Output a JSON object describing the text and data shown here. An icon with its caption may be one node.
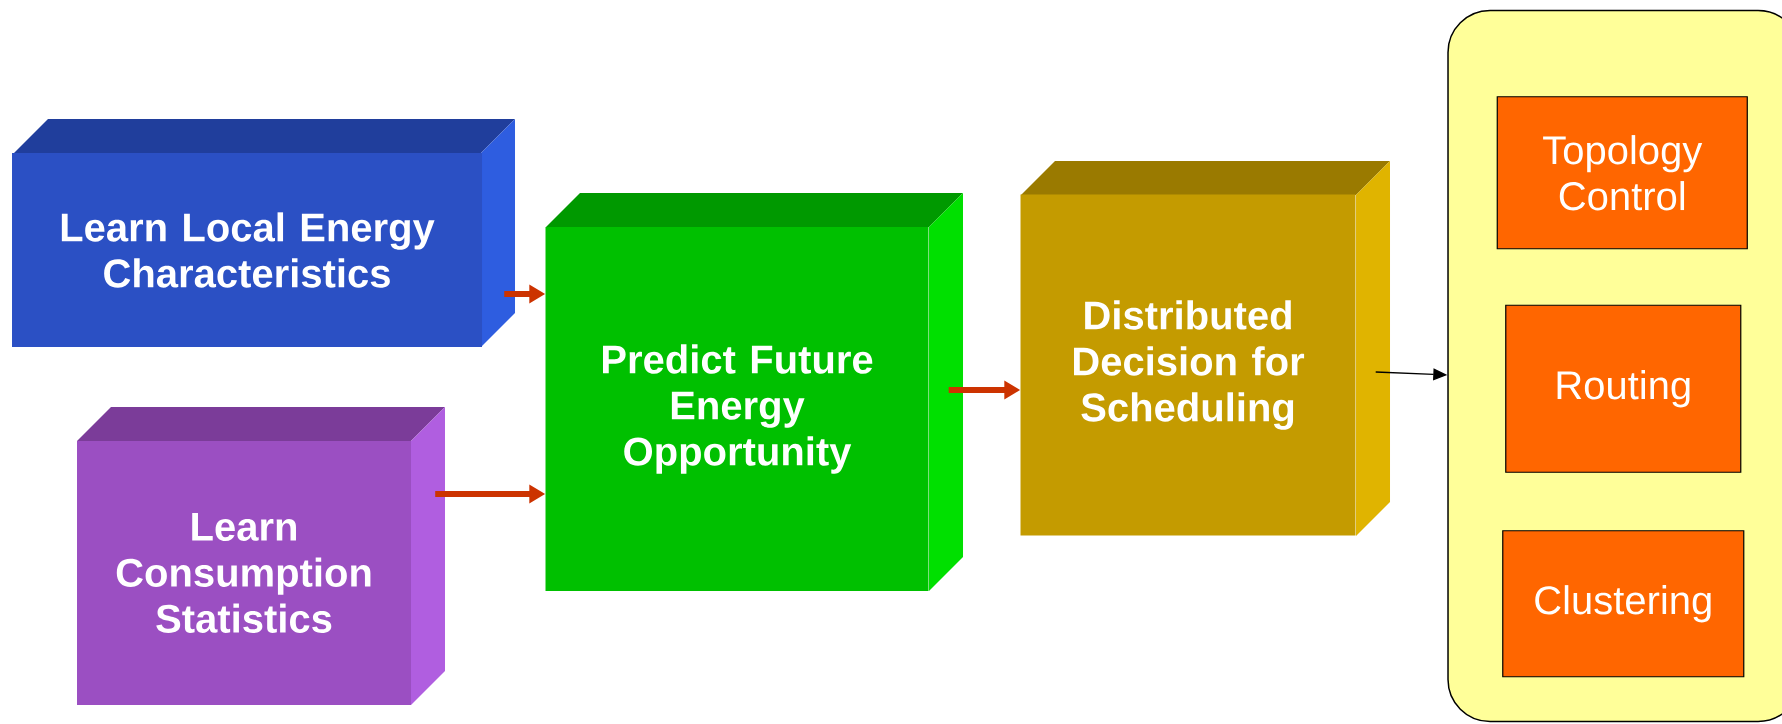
{
  "diagram": {
    "nodes": [
      {
        "text": [
          "Learn Local Energy Characteristics"
        ]
      },
      {
        "text": [
          "Learn Consumption Statistics"
        ]
      },
      {
        "text": [
          "Predict Future Energy Opportunity"
        ]
      },
      {
        "text": [
          "Distributed Decision for Scheduling"
        ]
      },
      {
        "text": [],
        "shape": "box"
      },
      {
        "text": [
          "Topology Control"
        ],
        "in": 4
      },
      {
        "text": [
          "Routing"
        ],
        "in": 4
      },
      {
        "text": [
          "Clustering"
        ],
        "in": 4
      }
    ],
    "edges": [
      {
        "from": 0,
        "to": 2,
        "arrow": "to"
      },
      {
        "from": 1,
        "to": 2,
        "arrow": "to"
      },
      {
        "from": 2,
        "to": 3,
        "arrow": "to"
      },
      {
        "from": 3,
        "to": 4,
        "arrow": "to",
        "color": "#000000"
      }
    ]
  }
}
